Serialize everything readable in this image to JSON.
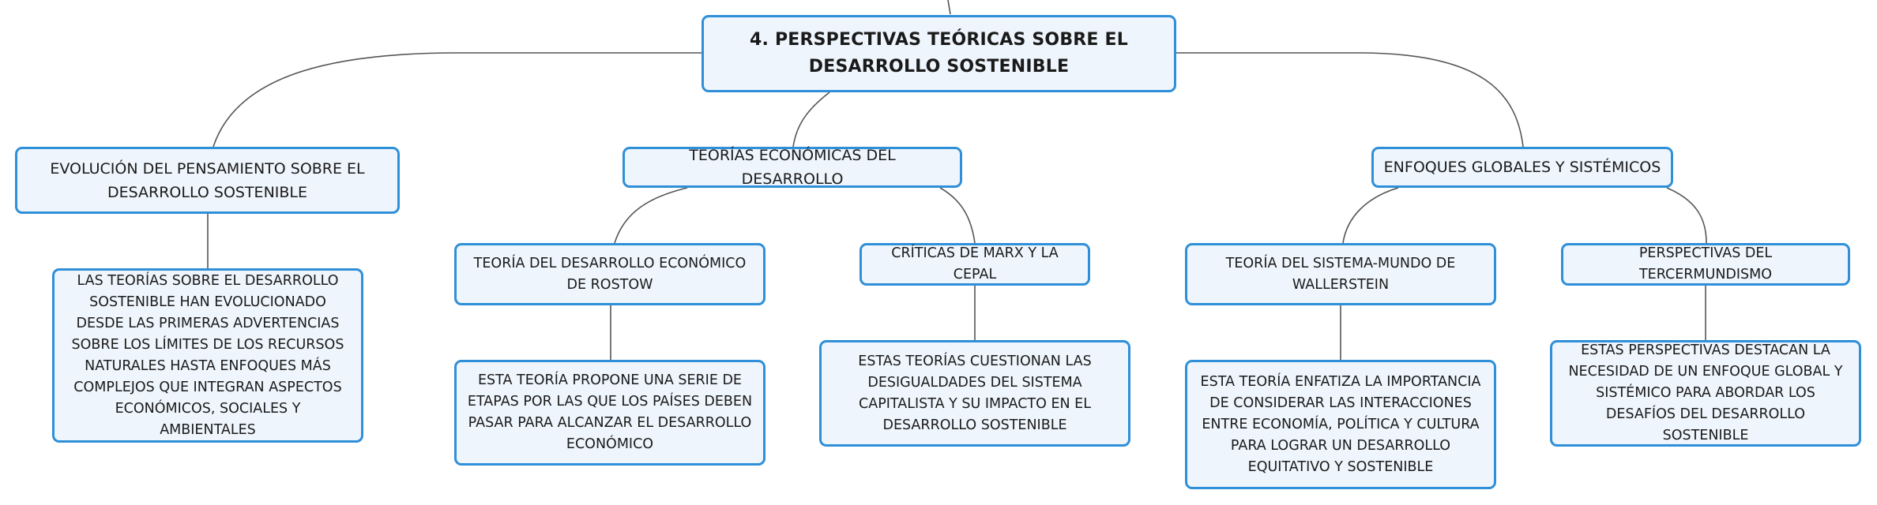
{
  "colors": {
    "border": "#2f8fd8",
    "fill": "#eef5fc",
    "link": "#555555"
  },
  "root": {
    "label": "4. PERSPECTIVAS TEÓRICAS SOBRE EL DESARROLLO SOSTENIBLE"
  },
  "branches": [
    {
      "label": "EVOLUCIÓN DEL PENSAMIENTO SOBRE EL DESARROLLO SOSTENIBLE",
      "detail": "LAS TEORÍAS SOBRE EL DESARROLLO SOSTENIBLE HAN EVOLUCIONADO DESDE LAS PRIMERAS ADVERTENCIAS SOBRE LOS LÍMITES DE LOS RECURSOS NATURALES HASTA ENFOQUES MÁS COMPLEJOS QUE INTEGRAN ASPECTOS ECONÓMICOS, SOCIALES Y AMBIENTALES"
    },
    {
      "label": "TEORÍAS ECONÓMICAS DEL DESARROLLO",
      "children": [
        {
          "label": "TEORÍA DEL DESARROLLO ECONÓMICO DE ROSTOW",
          "detail": "ESTA TEORÍA PROPONE UNA SERIE DE ETAPAS POR LAS QUE LOS PAÍSES DEBEN PASAR PARA ALCANZAR EL DESARROLLO ECONÓMICO"
        },
        {
          "label": "CRÍTICAS DE MARX Y LA CEPAL",
          "detail": "ESTAS TEORÍAS CUESTIONAN LAS DESIGUALDADES DEL SISTEMA CAPITALISTA Y SU IMPACTO EN EL DESARROLLO SOSTENIBLE"
        }
      ]
    },
    {
      "label": "ENFOQUES GLOBALES Y SISTÉMICOS",
      "children": [
        {
          "label": "TEORÍA DEL SISTEMA-MUNDO DE WALLERSTEIN",
          "detail": "ESTA TEORÍA ENFATIZA LA IMPORTANCIA DE CONSIDERAR LAS INTERACCIONES ENTRE ECONOMÍA, POLÍTICA Y CULTURA PARA LOGRAR UN DESARROLLO EQUITATIVO Y SOSTENIBLE"
        },
        {
          "label": "PERSPECTIVAS DEL TERCERMUNDISMO",
          "detail": "ESTAS PERSPECTIVAS DESTACAN LA NECESIDAD DE UN ENFOQUE GLOBAL Y SISTÉMICO PARA ABORDAR LOS DESAFÍOS DEL DESARROLLO SOSTENIBLE"
        }
      ]
    }
  ]
}
